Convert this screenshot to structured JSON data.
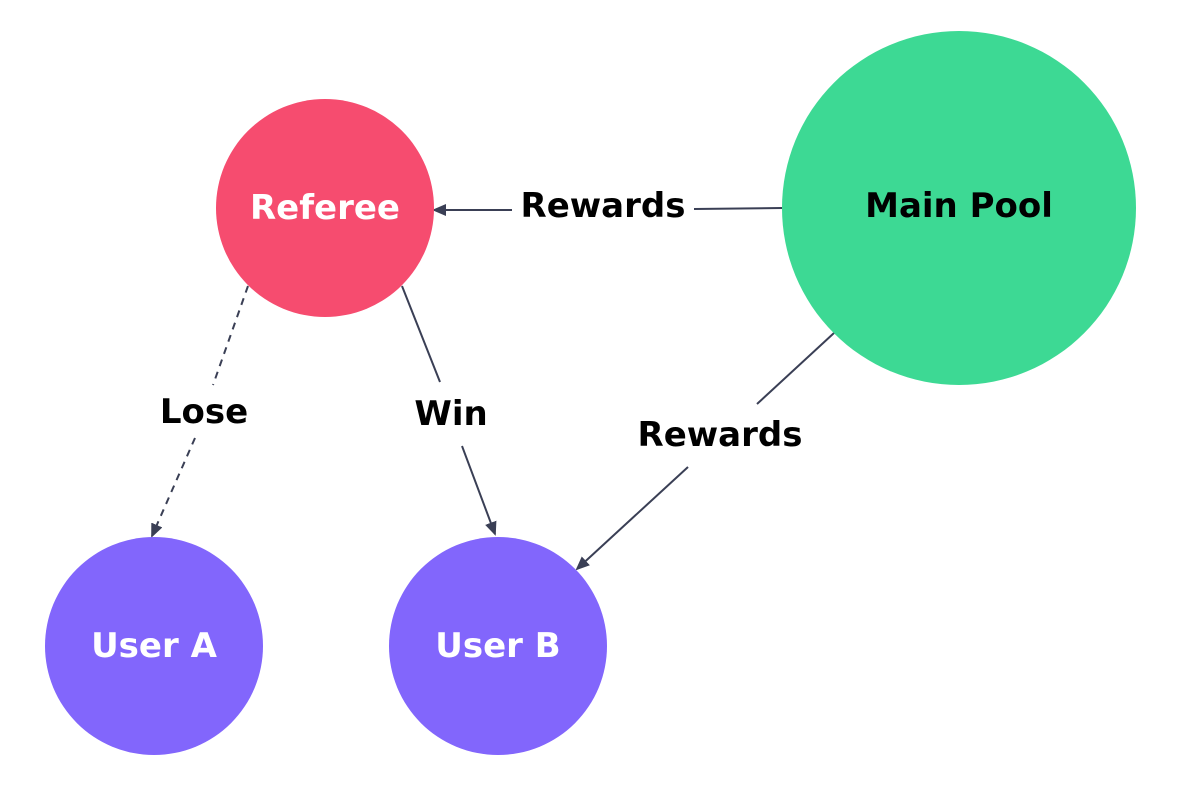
{
  "nodes": {
    "referee": {
      "label": "Referee",
      "color": "#f64c6f",
      "text_color": "#ffffff"
    },
    "main_pool": {
      "label": "Main Pool",
      "color": "#3dd994",
      "text_color": "#000000"
    },
    "user_a": {
      "label": "User A",
      "color": "#8266fc",
      "text_color": "#ffffff"
    },
    "user_b": {
      "label": "User B",
      "color": "#8266fc",
      "text_color": "#ffffff"
    }
  },
  "edges": {
    "pool_to_referee": {
      "label": "Rewards",
      "style": "solid"
    },
    "pool_to_user_b": {
      "label": "Rewards",
      "style": "solid"
    },
    "referee_to_user_a": {
      "label": "Lose",
      "style": "dashed"
    },
    "referee_to_user_b": {
      "label": "Win",
      "style": "solid"
    }
  },
  "colors": {
    "edge": "#3a3f55",
    "background": "#ffffff"
  }
}
